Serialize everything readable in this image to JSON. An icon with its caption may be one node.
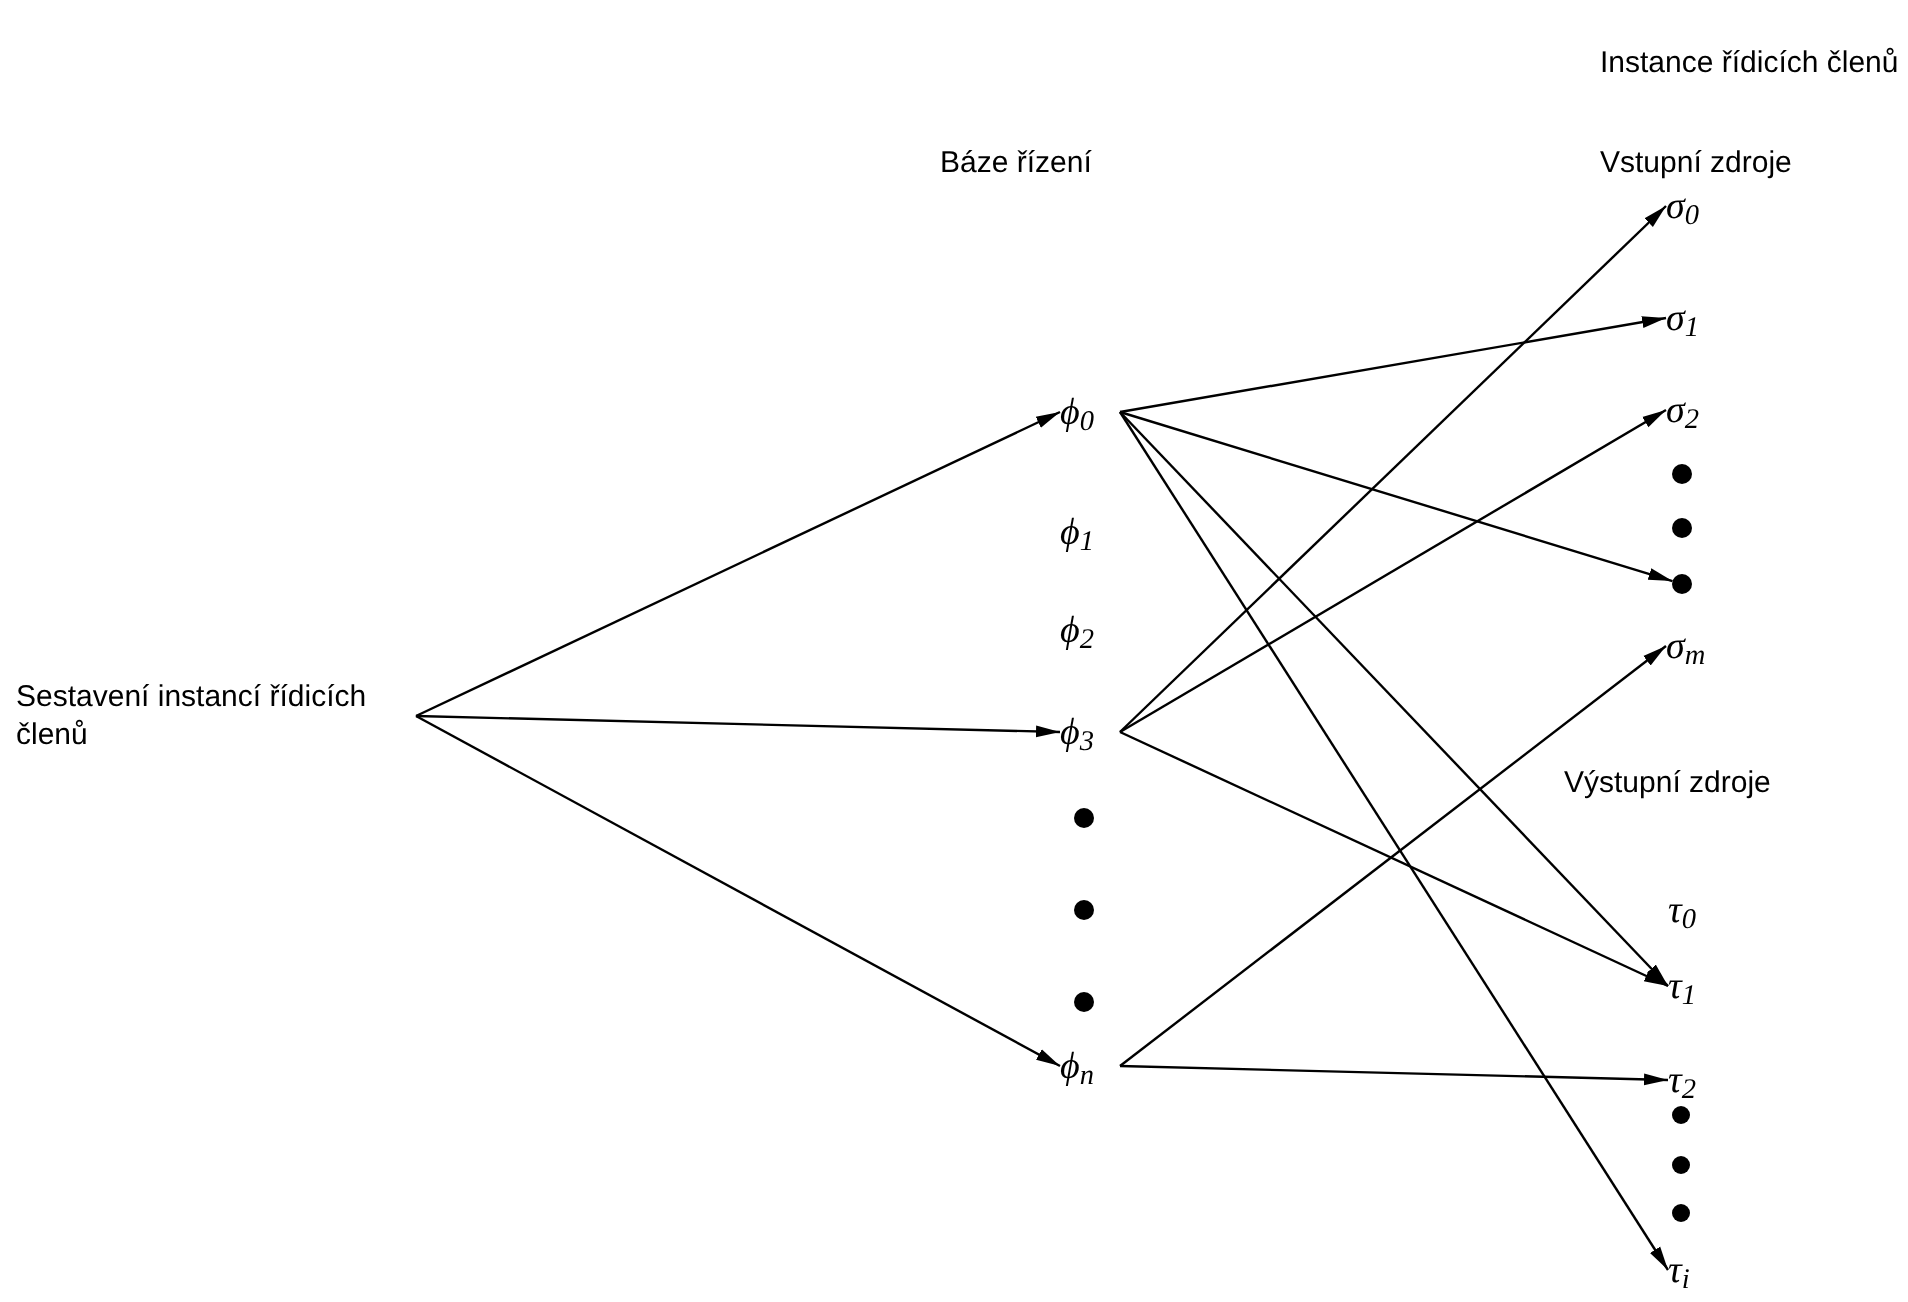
{
  "diagram": {
    "nodes": [
      {
        "text": [
          "Sestavení instancí řídicích členů"
        ]
      },
      {
        "text": [
          "ϕ$_{0}$"
        ]
      },
      {
        "text": [
          "ϕ$_{1}$"
        ]
      },
      {
        "text": [
          "ϕ$_{2}$"
        ]
      },
      {
        "text": [
          "ϕ$_{3}$"
        ]
      },
      {
        "text": [],
        "shape": "circle"
      },
      {
        "text": [],
        "shape": "circle"
      },
      {
        "text": [],
        "shape": "circle"
      },
      {
        "text": [
          "ϕ$_{n}$"
        ]
      },
      {
        "text": [
          "σ$_{0}$"
        ]
      },
      {
        "text": [
          "σ$_{1}$"
        ]
      },
      {
        "text": [
          "σ$_{2}$"
        ]
      },
      {
        "text": [],
        "shape": "circle"
      },
      {
        "text": [],
        "shape": "circle"
      },
      {
        "text": [],
        "shape": "circle"
      },
      {
        "text": [
          "σ$_{m}$"
        ]
      },
      {
        "text": [
          "τ$_{0}$"
        ]
      },
      {
        "text": [
          "τ$_{1}$"
        ]
      },
      {
        "text": [
          "τ$_{2}$"
        ]
      },
      {
        "text": [],
        "shape": "circle"
      },
      {
        "text": [],
        "shape": "circle"
      },
      {
        "text": [],
        "shape": "circle"
      },
      {
        "text": [
          "τ$_{i}$"
        ]
      }
    ],
    "edges": [
      {
        "from": 0,
        "to": 1,
        "arrow": "to"
      },
      {
        "from": 0,
        "to": 4,
        "arrow": "to"
      },
      {
        "from": 0,
        "to": 8,
        "arrow": "to"
      },
      {
        "from": 1,
        "to": 10,
        "arrow": "to"
      },
      {
        "from": 1,
        "to": 14,
        "arrow": "to"
      },
      {
        "from": 1,
        "to": 17,
        "arrow": "to"
      },
      {
        "from": 1,
        "to": 22,
        "arrow": "to"
      },
      {
        "from": 4,
        "to": 9,
        "arrow": "to"
      },
      {
        "from": 4,
        "to": 11,
        "arrow": "to"
      },
      {
        "from": 4,
        "to": 17,
        "arrow": "to"
      },
      {
        "from": 8,
        "to": 15,
        "arrow": "to"
      },
      {
        "from": 8,
        "to": 18,
        "arrow": "to"
      }
    ],
    "labels": [
      "Instance řídicích členů",
      "Báze řízení",
      "Vstupní zdroje",
      "Výstupní zdroje"
    ]
  }
}
